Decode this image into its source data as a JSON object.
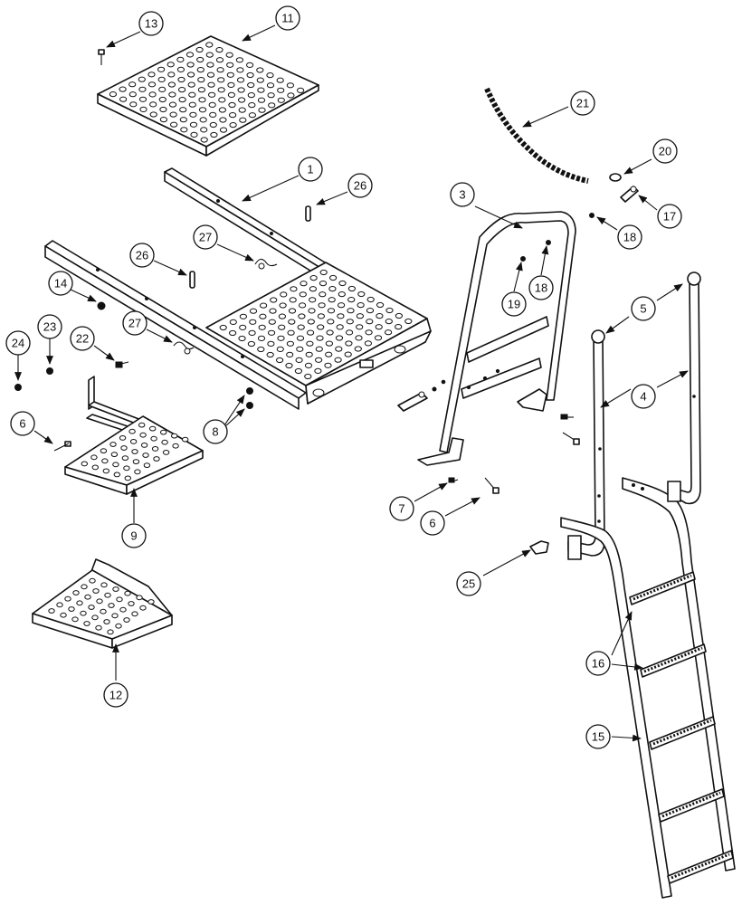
{
  "callouts": {
    "c1": "1",
    "c3": "3",
    "c4": "4",
    "c5": "5",
    "c6a": "6",
    "c6b": "6",
    "c7": "7",
    "c8": "8",
    "c9": "9",
    "c11": "11",
    "c12": "12",
    "c13": "13",
    "c14": "14",
    "c15": "15",
    "c16": "16",
    "c17": "17",
    "c18": "18",
    "c19": "19",
    "c20": "20",
    "c21": "21",
    "c22": "22",
    "c23": "23",
    "c24": "24",
    "c25": "25",
    "c26a": "26",
    "c26b": "26",
    "c27a": "27",
    "c27b": "27"
  }
}
